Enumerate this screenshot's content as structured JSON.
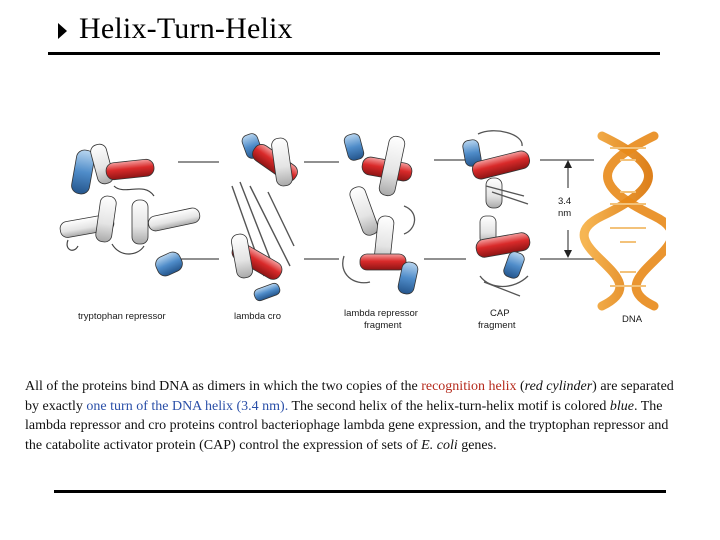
{
  "slide": {
    "title": "Helix-Turn-Helix"
  },
  "figure": {
    "labels": {
      "trp": "tryptophan repressor",
      "lambda": "lambda cro",
      "lrf1": "lambda repressor",
      "lrf2": "fragment",
      "cap1": "CAP",
      "cap2": "fragment",
      "dna": "DNA",
      "dist1": "3.4",
      "dist2": "nm"
    }
  },
  "caption": {
    "p1": "All of the proteins bind DNA as dimers in which the two copies of the ",
    "recognition": "recognition helix",
    "p2": " (",
    "redcyl": "red cylinder",
    "p3": ") are separated by exactly ",
    "oneturn": "one turn of the DNA helix (3.4 nm).",
    "p4": " The second helix of the helix-turn-helix motif is colored ",
    "blue_word": "blue",
    "p5": ". The lambda repressor and cro proteins control bacteriophage lambda gene expression, and the tryptophan repressor and the catabolite activator protein (CAP) control the expression of sets of ",
    "ecoli": "E. coli",
    "p6": " genes."
  }
}
